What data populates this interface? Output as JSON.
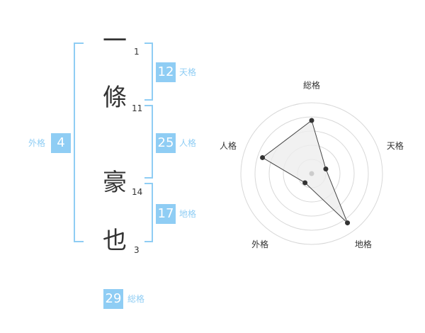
{
  "name": {
    "characters": [
      {
        "char": "一",
        "strokes": "1"
      },
      {
        "char": "條",
        "strokes": "11"
      },
      {
        "char": "豪",
        "strokes": "14"
      },
      {
        "char": "也",
        "strokes": "3"
      }
    ]
  },
  "fortune": {
    "tenkaku": {
      "label": "天格",
      "value": "12"
    },
    "jinkaku": {
      "label": "人格",
      "value": "25"
    },
    "chikaku": {
      "label": "地格",
      "value": "17"
    },
    "gaikaku": {
      "label": "外格",
      "value": "4"
    },
    "soukaku": {
      "label": "総格",
      "value": "29"
    }
  },
  "radar": {
    "axes": [
      "総格",
      "天格",
      "地格",
      "外格",
      "人格"
    ],
    "values": [
      0.75,
      0.21,
      0.86,
      0.16,
      0.73
    ],
    "rings": 5,
    "colors": {
      "ring": "#d8d8d8",
      "fill": "#eeeeee",
      "line": "#444444",
      "point": "#333333",
      "center": "#cccccc"
    }
  },
  "colors": {
    "accent": "#8fcdf4",
    "text": "#333333"
  }
}
